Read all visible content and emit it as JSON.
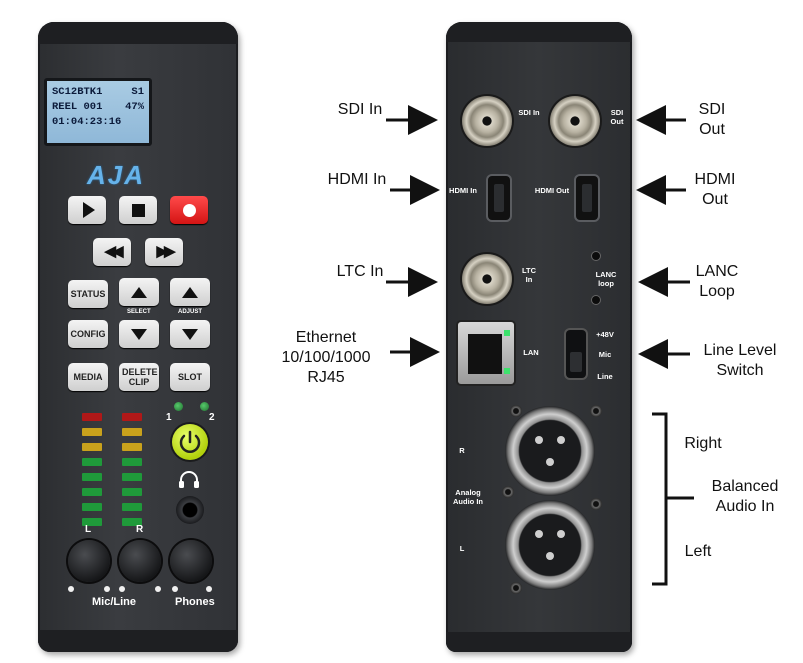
{
  "front": {
    "lcd": {
      "line1_left": "SC12BTK1",
      "line1_right": "S1",
      "line2_left": "REEL 001",
      "line2_right": "47%",
      "line3": "01:04:23:16"
    },
    "brand": "AJA",
    "buttons": {
      "status": "STATUS",
      "config": "CONFIG",
      "media": "MEDIA",
      "delete_clip": "DELETE CLIP",
      "slot": "SLOT"
    },
    "labels": {
      "select": "SELECT",
      "adjust": "ADJUST",
      "led1": "1",
      "led2": "2",
      "knob_l": "L",
      "knob_r": "R",
      "mic_line": "Mic/Line",
      "phones": "Phones"
    }
  },
  "back": {
    "ports": {
      "sdi_in": "SDI In",
      "sdi_out": "SDI Out",
      "hdmi_in": "HDMI In",
      "hdmi_out": "HDMI Out",
      "ltc_in": "LTC In",
      "lanc_loop": "LANC loop",
      "lan": "LAN",
      "switch_48v": "+48V",
      "switch_mic": "Mic",
      "switch_line": "Line",
      "r": "R",
      "analog_audio_in": "Analog Audio In",
      "l": "L"
    }
  },
  "annotations": {
    "sdi_in": "SDI In",
    "hdmi_in": "HDMI In",
    "ltc_in": "LTC In",
    "ethernet": "Ethernet 10/100/1000 RJ45",
    "sdi_out": "SDI Out",
    "hdmi_out": "HDMI Out",
    "lanc_loop": "LANC Loop",
    "line_level_switch": "Line Level Switch",
    "right": "Right",
    "balanced_audio_in": "Balanced Audio In",
    "left": "Left"
  },
  "colors": {
    "lcd": "#9dc3e0",
    "brand_blue": "#66b3ea",
    "record_red": "#e21f1f",
    "power_green": "#c8e41a",
    "meter_red": "#b01818",
    "meter_yellow": "#c9a21c",
    "meter_green": "#1f9a3a"
  }
}
